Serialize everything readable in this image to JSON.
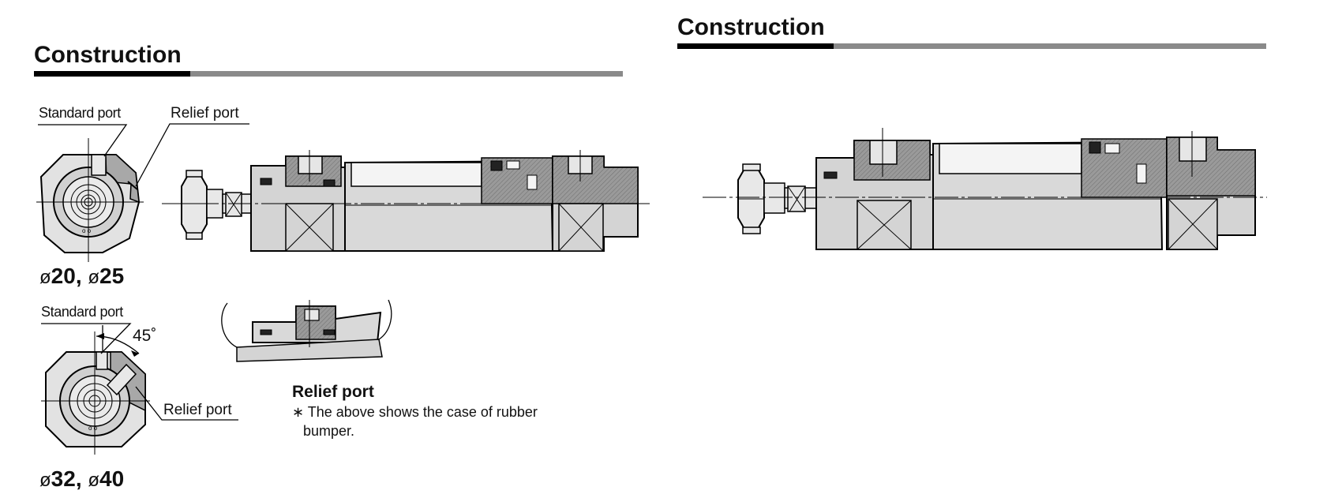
{
  "left_panel": {
    "title": "Construction",
    "top_view": {
      "standard_port_label": "Standard port",
      "relief_port_label": "Relief port",
      "size_label": "20, ",
      "size_label_b": "25"
    },
    "bottom_view": {
      "standard_port_label": "Standard port",
      "angle_label": "45˚",
      "relief_port_label": "Relief port",
      "size_label": "32, ",
      "size_label_b": "40"
    },
    "phi_symbol": "ø",
    "note": {
      "title": "Relief port",
      "text": "∗ The above shows the case of rubber bumper."
    }
  },
  "right_panel": {
    "title": "Construction"
  },
  "colors": {
    "accent_dark": "#000000",
    "accent_light": "#8a8a8a",
    "part_gray": "#d9d9d9",
    "part_dark": "#9a9a9a"
  }
}
